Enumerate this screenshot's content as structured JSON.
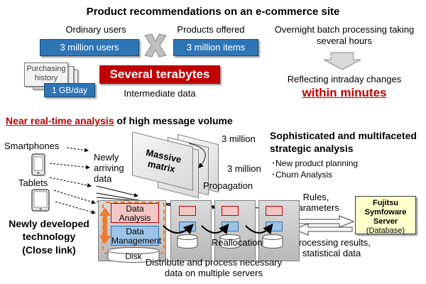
{
  "title": "Product recommendations on an e-commerce site",
  "top": {
    "ordinary_users_label": "Ordinary users",
    "users_value": "3 million users",
    "products_label": "Products offered",
    "items_value": "3 million items",
    "purchasing_history": "Purchasing history",
    "rate": "1 GB/day",
    "terabytes": "Several terabytes",
    "intermediate": "Intermediate data",
    "overnight": "Overnight batch processing taking several hours",
    "reflecting": "Reflecting intraday changes",
    "within_minutes": "within minutes"
  },
  "middle": {
    "near_real_time": "Near real-time analysis",
    "near_rest": " of high message volume",
    "smartphones": "Smartphones",
    "tablets": "Tablets",
    "newly_arriving": "Newly arriving data",
    "massive_matrix": "Massive matrix",
    "three_million_a": "3 million",
    "three_million_b": "3 million",
    "propagation": "Propagation",
    "sophisticated": "Sophisticated and multifaceted strategic analysis",
    "bullets": [
      "New product planning",
      "Churn Analysis"
    ],
    "rules": "Rules, parameters",
    "fujitsu": "Fujitsu Symfoware Server",
    "database": "(Database)",
    "processing_results": "Processing results, statistical data"
  },
  "bottom": {
    "newly_developed": "Newly developed technology",
    "close_link": "(Close link)",
    "data_analysis": "Data Analysis",
    "data_management": "Data Management",
    "disk": "Disk",
    "reallocation": "Reallocation",
    "distribute": "Distribute and process necessary data on multiple servers"
  },
  "colors": {
    "blue": "#2e75b6",
    "red": "#c00000",
    "orange": "#ed7d31",
    "pink": "#f4c7c7",
    "light_blue": "#9dc3e6",
    "gray": "#bfbfbf"
  }
}
